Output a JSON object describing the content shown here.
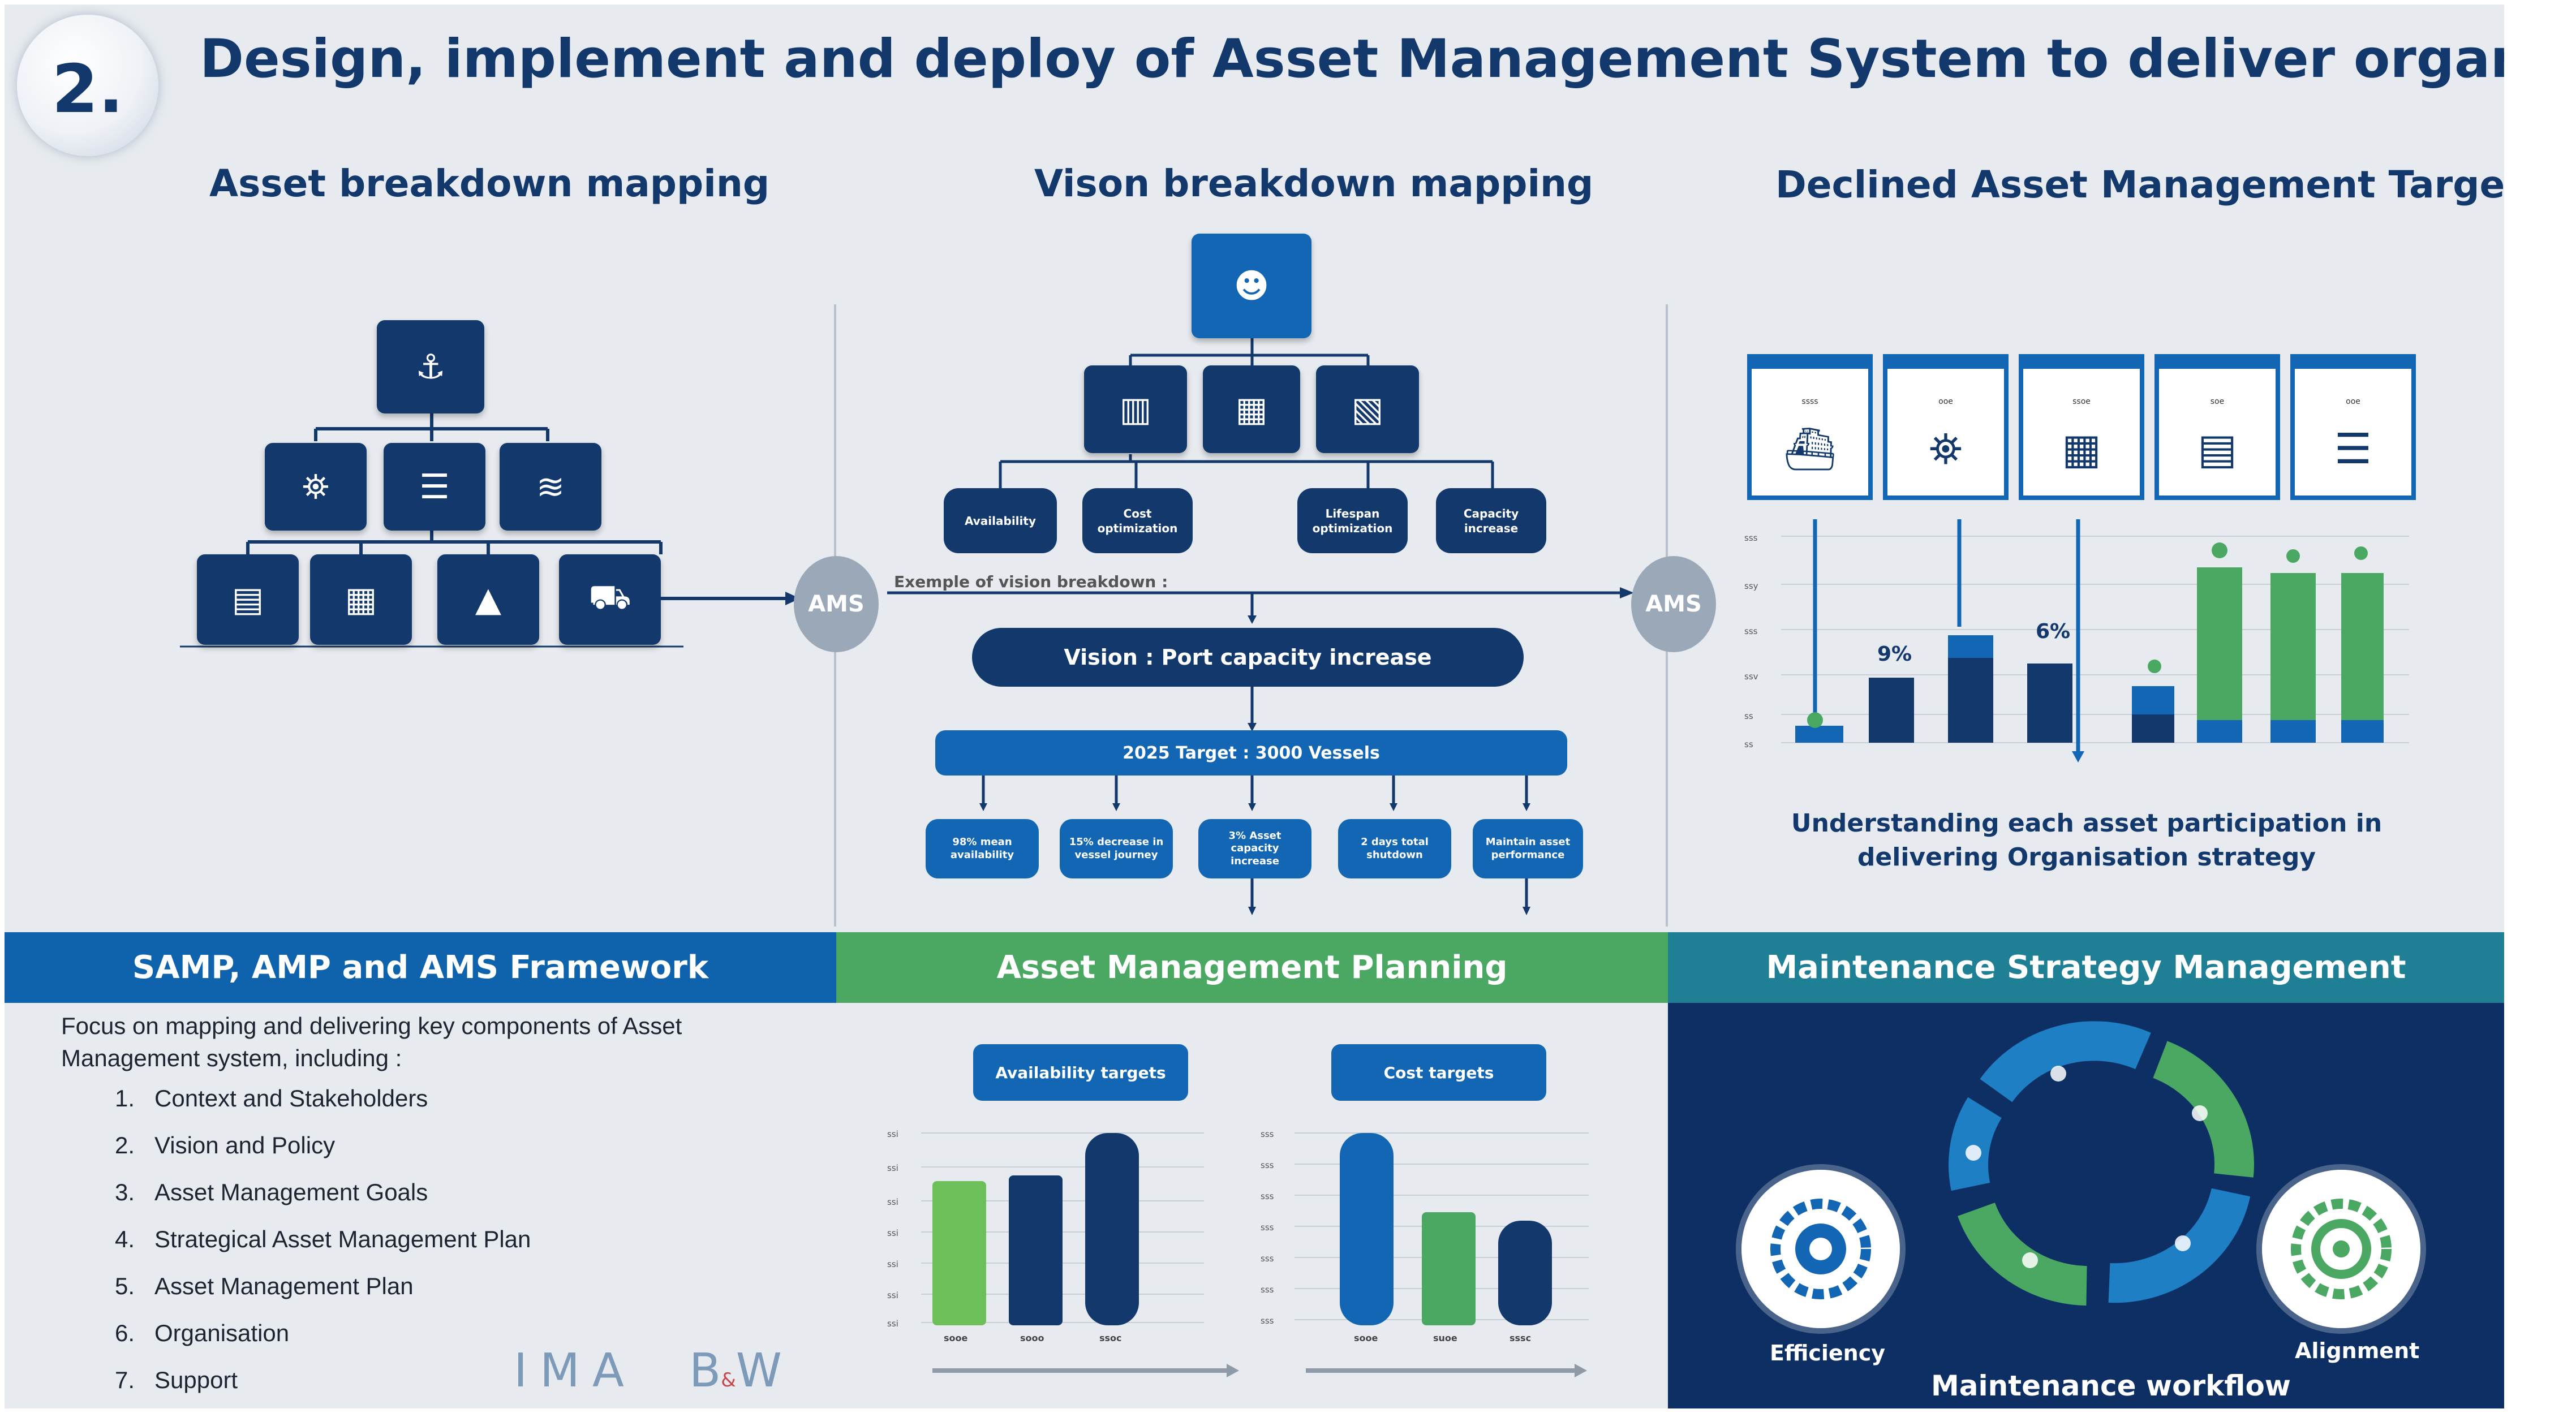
{
  "header": {
    "number": "2.",
    "title": "Design, implement and deploy of Asset Management System to deliver organisation vision"
  },
  "sections": {
    "asset_breakdown": {
      "title": "Asset breakdown mapping"
    },
    "vision_breakdown": {
      "title": "Vison breakdown mapping"
    },
    "targets": {
      "title": "Declined Asset Management Targets",
      "caption": "Understanding each asset participation in delivering Organisation strategy"
    }
  },
  "ams_label": "AMS",
  "vision": {
    "categories": [
      "Availability",
      "Cost optimization",
      "Lifespan optimization",
      "Capacity increase"
    ],
    "example_label": "Exemple of vision breakdown :",
    "vision_pill": "Vision : Port capacity increase",
    "target_bar": "2025 Target : 3000 Vessels",
    "sub_targets": [
      "98% mean availability",
      "15% decrease in vessel journey",
      "3% Asset capacity increase",
      "2 days total shutdown",
      "Maintain asset performance"
    ]
  },
  "targets_chart": {
    "card_labels": [
      "ssss",
      "ooe",
      "ssoe",
      "soe",
      "ooe"
    ],
    "y_ticks": [
      "sss",
      "ssy",
      "sss",
      "ssv",
      "ss",
      "ss"
    ],
    "annotations": [
      "9%",
      "6%"
    ]
  },
  "bands": {
    "samp": "SAMP, AMP and AMS Framework",
    "amp": "Asset Management Planning",
    "msm": "Maintenance Strategy Management"
  },
  "framework": {
    "intro_line1": "Focus on mapping and delivering key components of Asset",
    "intro_line2": "Management system, including :",
    "items": [
      {
        "num": "1.",
        "label": "Context and Stakeholders"
      },
      {
        "num": "2.",
        "label": "Vision and Policy"
      },
      {
        "num": "3.",
        "label": "Asset Management Goals"
      },
      {
        "num": "4.",
        "label": "Strategical Asset Management Plan"
      },
      {
        "num": "5.",
        "label": "Asset Management Plan"
      },
      {
        "num": "6.",
        "label": "Organisation"
      },
      {
        "num": "7.",
        "label": "Support"
      }
    ],
    "logo_ima": "IMA",
    "logo_bw_b": "B",
    "logo_bw_amp": "&",
    "logo_bw_w": "W"
  },
  "planning": {
    "availability_label": "Availability targets",
    "cost_label": "Cost targets",
    "avail_y_ticks": [
      "ssi",
      "ssi",
      "ssi",
      "ssi",
      "ssi",
      "ssi",
      "ssi"
    ],
    "avail_x": [
      "sooe",
      "sooo",
      "ssoc"
    ],
    "cost_y_ticks": [
      "sss",
      "sss",
      "sss",
      "sss",
      "sss",
      "sss",
      "sss"
    ],
    "cost_x": [
      "sooe",
      "suoe",
      "sssc"
    ]
  },
  "maintenance": {
    "efficiency": "Efficiency",
    "alignment": "Alignment",
    "workflow": "Maintenance workflow"
  },
  "colors": {
    "navy": "#13386b",
    "blue": "#1266b3",
    "green": "#4aa862",
    "teal": "#1f7f94",
    "panel": "#e7ebef"
  }
}
